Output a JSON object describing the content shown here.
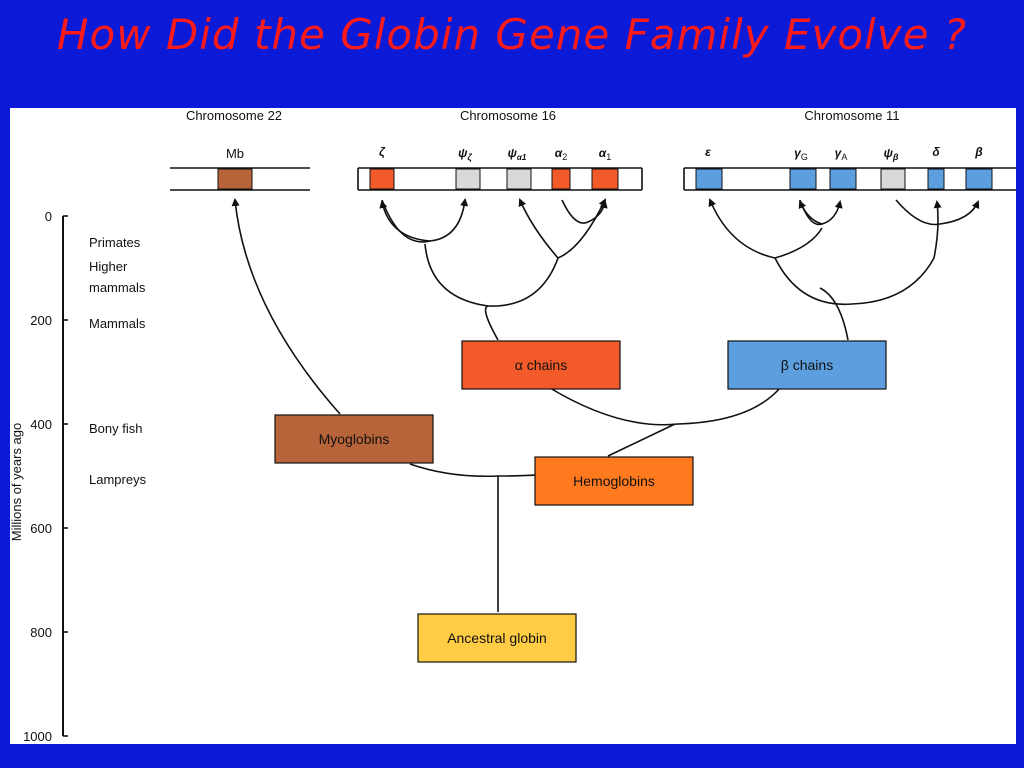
{
  "title": "How Did the Globin Gene Family Evolve ?",
  "chromosomes": {
    "c22": "Chromosome 22",
    "c16": "Chromosome 16",
    "c11": "Chromosome 11"
  },
  "genes": {
    "mb": {
      "base": "Mb",
      "sub": ""
    },
    "zeta": {
      "base": "ζ",
      "sub": ""
    },
    "psi_zeta": {
      "base": "ψ",
      "sub": "ζ"
    },
    "psi_alpha1": {
      "base": "ψ",
      "sub": "α1"
    },
    "alpha2": {
      "base": "α",
      "sub": "2"
    },
    "alpha1": {
      "base": "α",
      "sub": "1"
    },
    "epsilon": {
      "base": "ε",
      "sub": ""
    },
    "gamma_g": {
      "base": "γ",
      "sub": "G"
    },
    "gamma_a": {
      "base": "γ",
      "sub": "A"
    },
    "psi_beta": {
      "base": "ψ",
      "sub": "β"
    },
    "delta": {
      "base": "δ",
      "sub": ""
    },
    "beta": {
      "base": "β",
      "sub": ""
    }
  },
  "axis": {
    "label": "Millions of years ago",
    "ticks": [
      "0",
      "200",
      "400",
      "600",
      "800",
      "1000"
    ]
  },
  "eras": [
    "Primates",
    "Higher mammals",
    "Mammals",
    "Bony fish",
    "Lampreys"
  ],
  "boxes": {
    "alpha_chains": "α chains",
    "beta_chains": "β chains",
    "myoglobins": "Myoglobins",
    "hemoglobins": "Hemoglobins",
    "ancestral": "Ancestral globin"
  },
  "colors": {
    "background": "#0a1ad6",
    "title": "#ff1a1a",
    "myoglobin": "#b8643a",
    "alpha": "#f25a2a",
    "beta": "#5d9fde",
    "hemoglobin": "#ff7a1f",
    "ancestral": "#ffcc44",
    "pseudogene": "#d9d9d9"
  }
}
